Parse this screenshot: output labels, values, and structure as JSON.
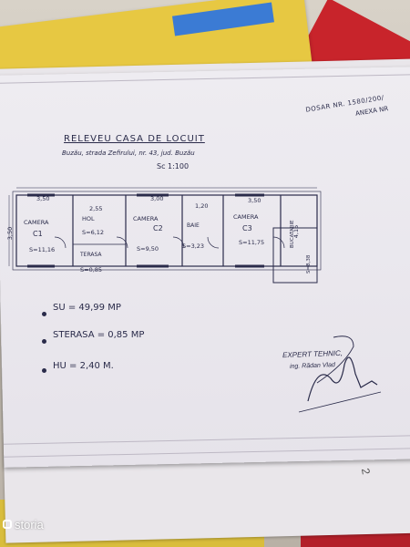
{
  "document": {
    "title": "RELEVEU CASA DE LOCUIT",
    "address": "Buzău, strada Zefirului, nr. 43, jud. Buzău",
    "scale": "Sc 1:100",
    "dosar": "DOSAR NR. 1580/200/",
    "anexa": "ANEXA NR"
  },
  "rooms": [
    {
      "name": "CAMERA",
      "code": "C1",
      "area": "S=11,16"
    },
    {
      "name": "HOL",
      "code": "",
      "area": "S=6,12"
    },
    {
      "name": "TERASA",
      "code": "",
      "area": "S=0,85"
    },
    {
      "name": "CAMERA",
      "code": "C2",
      "area": "S=9,50"
    },
    {
      "name": "BAIE",
      "code": "",
      "area": "S=3,23"
    },
    {
      "name": "CAMERA",
      "code": "C3",
      "area": "S=11,75"
    },
    {
      "name": "BUCATARIE",
      "code": "",
      "area": "S=8,38"
    }
  ],
  "dimensions": [
    "3,50",
    "2,55",
    "3,00",
    "1,20",
    "3,50",
    "3,50",
    "4,15"
  ],
  "stats": {
    "su": "SU = 49,99 MP",
    "sterasa": "STERASA = 0,85 MP",
    "hu": "HU = 2,40 M."
  },
  "expert": {
    "line1": "EXPERT TEHNIC,",
    "line2": "ing. Rădan Vlad"
  },
  "page_number": "2",
  "watermark": "storia"
}
